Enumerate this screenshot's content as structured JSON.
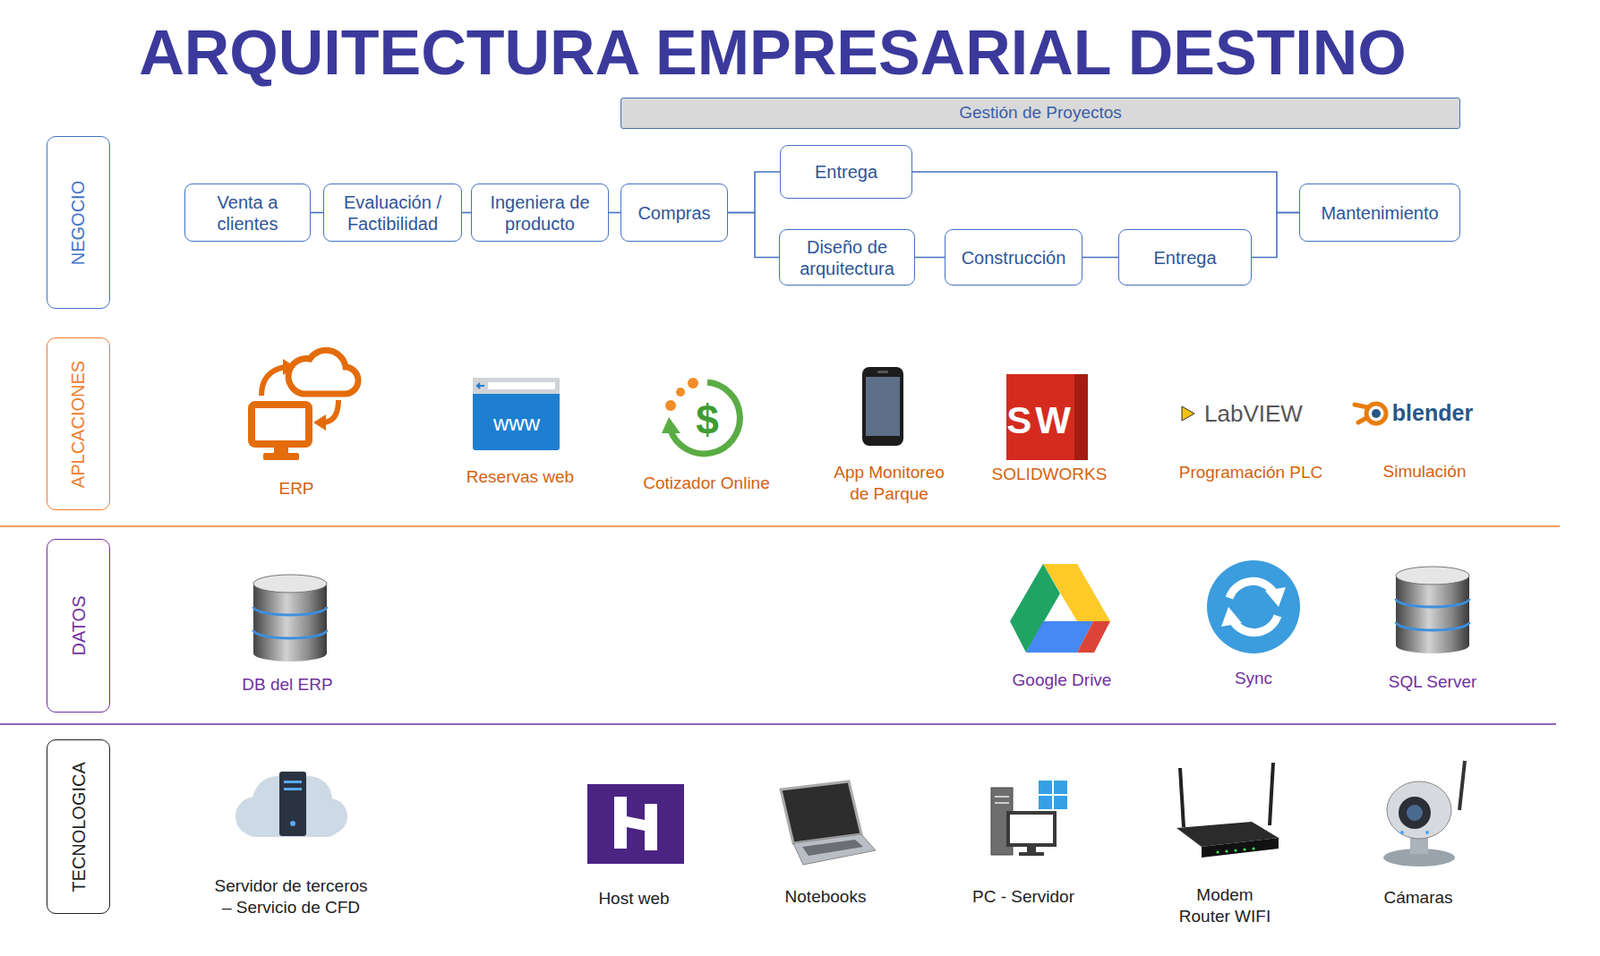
{
  "diagram": {
    "title": "ARQUITECTURA EMPRESARIAL DESTINO",
    "nodes": [
      {
        "text": [
          "Gestión de Proyectos"
        ]
      },
      {
        "text": [
          "NEGOCIO"
        ]
      },
      {
        "text": [
          "Venta a clientes"
        ]
      },
      {
        "text": [
          "Evaluación / Factibilidad"
        ]
      },
      {
        "text": [
          "Ingeniera de producto"
        ]
      },
      {
        "text": [
          "Compras"
        ]
      },
      {
        "text": [
          "Entrega"
        ]
      },
      {
        "text": [
          "Diseño de arquitectura"
        ]
      },
      {
        "text": [
          "Construcción"
        ]
      },
      {
        "text": [
          "Entrega"
        ]
      },
      {
        "text": [
          "Mantenimiento"
        ]
      },
      {
        "text": [
          "APLCACIONES"
        ]
      },
      {
        "text": [
          "DATOS"
        ]
      },
      {
        "text": [
          "TECNOLOGICA"
        ]
      }
    ],
    "edges": [
      {
        "from": 2,
        "to": 3,
        "arrow": "none"
      },
      {
        "from": 3,
        "to": 4,
        "arrow": "none"
      },
      {
        "from": 4,
        "to": 5,
        "arrow": "none"
      },
      {
        "from": 5,
        "to": 6,
        "arrow": "none"
      },
      {
        "from": 5,
        "to": 7,
        "arrow": "none"
      },
      {
        "from": 7,
        "to": 8,
        "arrow": "none"
      },
      {
        "from": 8,
        "to": 9,
        "arrow": "none"
      },
      {
        "from": 6,
        "to": 10,
        "arrow": "none"
      },
      {
        "from": 9,
        "to": 10,
        "arrow": "none"
      }
    ],
    "labels": [
      "ERP",
      "www",
      "Reservas web",
      "$",
      "Cotizador Online",
      "App Monitoreo de Parque",
      "SW",
      "SOLIDWORKS",
      "LabVIEW",
      "Programación PLC",
      "blender",
      "Simulación",
      "DB del ERP",
      "Google Drive",
      "Sync",
      "SQL Server",
      "Servidor de terceros – Servicio de CFD",
      "Host web",
      "Notebooks",
      "PC - Servidor",
      "Modem Router WIFI",
      "Cámaras"
    ]
  }
}
